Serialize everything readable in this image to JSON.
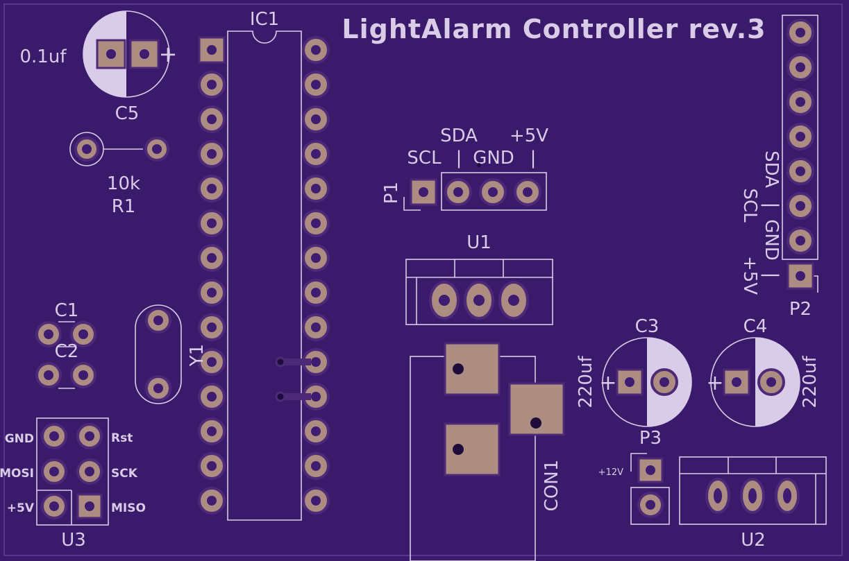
{
  "board": {
    "title": "LightAlarm  Controller  rev.3",
    "colors": {
      "board": "#3a1a6a",
      "solder_mask_edge": "#4d2a78",
      "silkscreen": "#d9cce8",
      "copper_pad": "#ad8c82"
    }
  },
  "components": {
    "c5": {
      "ref": "C5",
      "value": "0.1uf"
    },
    "r1": {
      "ref": "R1",
      "value": "10k"
    },
    "ic1": {
      "ref": "IC1"
    },
    "y1": {
      "ref": "Y1"
    },
    "c1": {
      "ref": "C1"
    },
    "c2": {
      "ref": "C2"
    },
    "u3": {
      "ref": "U3",
      "pins": {
        "gnd": "GND",
        "rst": "Rst",
        "mosi": "MOSI",
        "sck": "SCK",
        "vcc": "+5V",
        "miso": "MISO"
      }
    },
    "p1": {
      "ref": "P1",
      "labels": {
        "sda": "SDA",
        "vcc": "+5V",
        "scl": "SCL",
        "sep1": "|",
        "gnd": "GND",
        "sep2": "|"
      }
    },
    "u1": {
      "ref": "U1"
    },
    "p2": {
      "ref": "P2",
      "labels": {
        "sda": "SDA",
        "sep1": "|",
        "scl": "SCL",
        "gnd": "GND",
        "vcc": "+5V",
        "sep2": "|"
      }
    },
    "c3": {
      "ref": "C3",
      "value": "220uf"
    },
    "c4": {
      "ref": "C4",
      "value": "220uf"
    },
    "con1": {
      "ref": "CON1"
    },
    "p3": {
      "ref": "P3",
      "label": "+12V"
    },
    "u2": {
      "ref": "U2"
    }
  }
}
